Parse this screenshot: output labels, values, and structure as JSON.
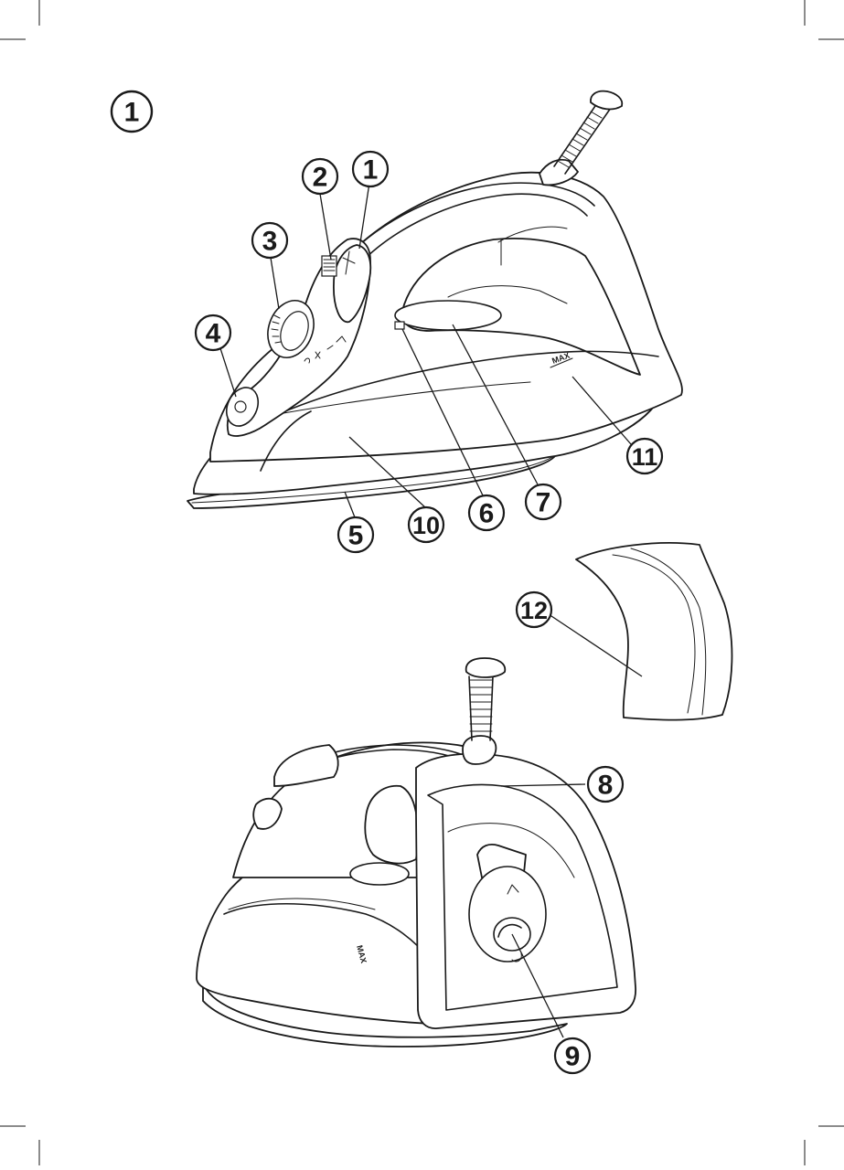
{
  "figure": {
    "number": "1"
  },
  "callouts": [
    {
      "id": "c1",
      "label": "1"
    },
    {
      "id": "c2",
      "label": "2"
    },
    {
      "id": "c3",
      "label": "3"
    },
    {
      "id": "c4",
      "label": "4"
    },
    {
      "id": "c5",
      "label": "5"
    },
    {
      "id": "c10",
      "label": "10"
    },
    {
      "id": "c6",
      "label": "6"
    },
    {
      "id": "c7",
      "label": "7"
    },
    {
      "id": "c11",
      "label": "11"
    },
    {
      "id": "c12",
      "label": "12"
    },
    {
      "id": "c8",
      "label": "8"
    },
    {
      "id": "c9",
      "label": "9"
    }
  ],
  "markings": {
    "max_front": "MAX",
    "max_rear": "MAX"
  }
}
